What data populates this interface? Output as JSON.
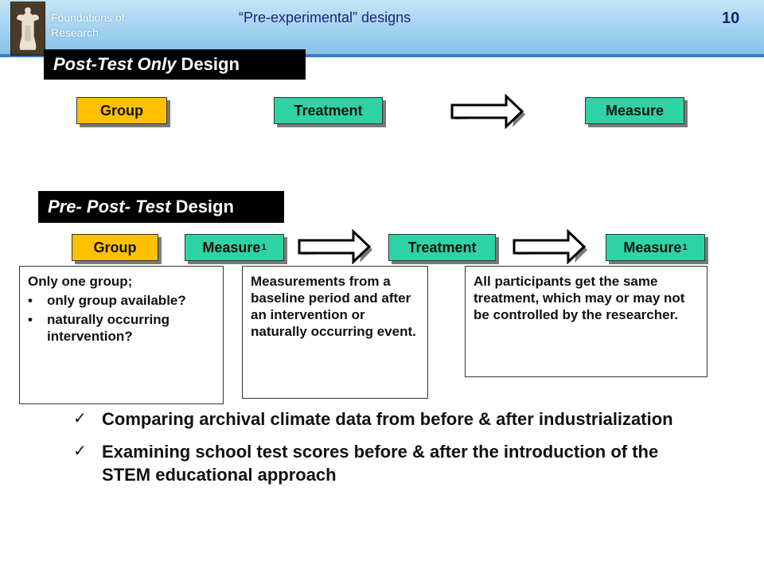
{
  "header": {
    "brand_line1": "Foundations of",
    "brand_line2": "Research",
    "title": "“Pre-experimental” designs",
    "page_number": "10",
    "logo_icon": "figurine-logo-icon"
  },
  "post_test": {
    "title_italic": "Post-Test Only",
    "title_rest": " Design",
    "boxes": {
      "group": "Group",
      "treatment": "Treatment",
      "measure": "Measure"
    }
  },
  "pre_post_test": {
    "title_italic": "Pre- Post- Test",
    "title_rest": " Design",
    "boxes": {
      "group": "Group",
      "measure_pre": "Measure",
      "measure_pre_sub": "1",
      "treatment": "Treatment",
      "measure_post": "Measure",
      "measure_post_sub": "1"
    }
  },
  "notes": {
    "group": {
      "lead": "Only one group;",
      "bullets": [
        "only group available?",
        "naturally occurring intervention?"
      ]
    },
    "measurements": "Measurements from a baseline period and after an intervention or naturally occurring event.",
    "participants": "All participants get the same  treatment, which may or may not be controlled by the researcher."
  },
  "examples": [
    "Comparing archival climate data from before & after industrialization",
    "Examining school test scores before & after the introduction of the STEM educational approach"
  ],
  "colors": {
    "group_box": "#ffc000",
    "process_box": "#2ed3a5",
    "header_border": "#3b7fc9",
    "title_text": "#1a237e"
  }
}
